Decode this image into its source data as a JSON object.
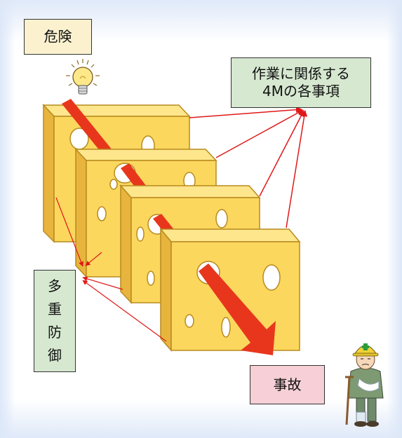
{
  "labels": {
    "danger": "危険",
    "items_line1": "作業に関係する",
    "items_line2": "4Mの各事項",
    "multi_chars": [
      "多",
      "重",
      "防",
      "御"
    ],
    "accident": "事故"
  },
  "colors": {
    "cheese": "#fbd75e",
    "cheese_top": "#fde68c",
    "cheese_side": "#e7b53d",
    "arrow": "#e8361d",
    "line": "#e01818",
    "danger_box": "#fbf1cf",
    "item_box": "#d6e8d0",
    "accident_box": "#f6d0d6"
  },
  "icons": [
    "lightbulb-icon",
    "injured-worker-icon"
  ]
}
